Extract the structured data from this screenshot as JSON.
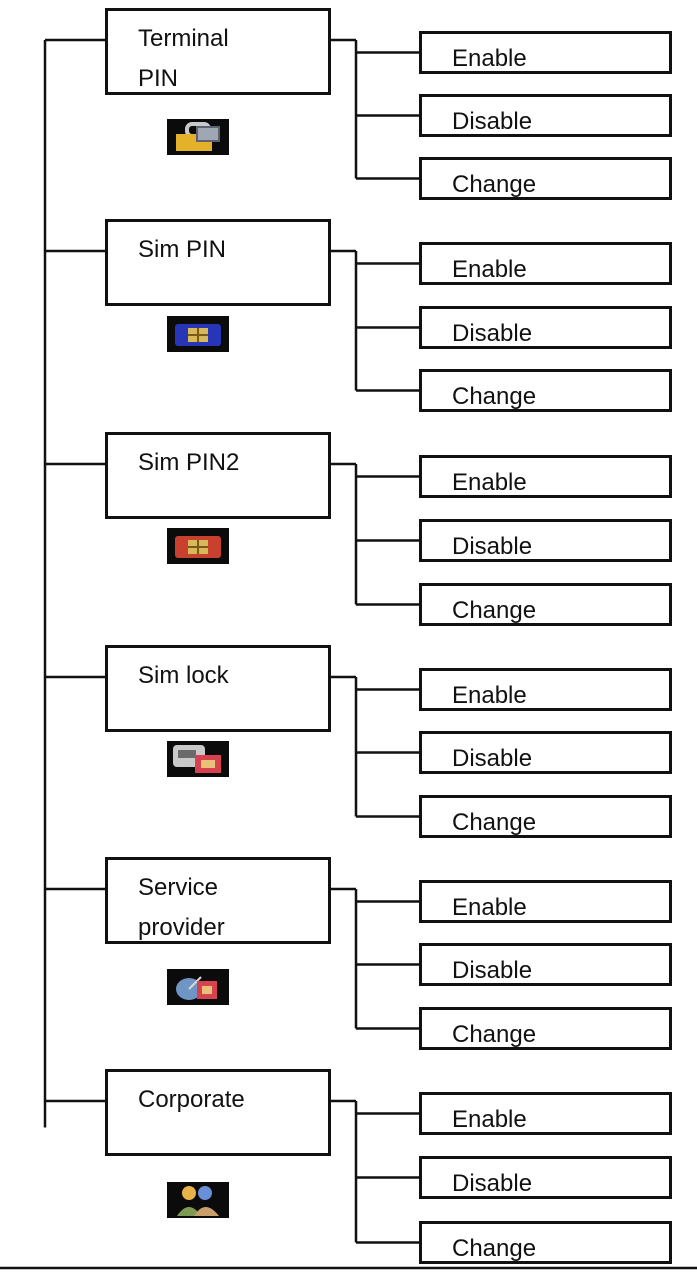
{
  "categories": [
    {
      "label": "Terminal\nPIN",
      "icon": "padlock-icon",
      "options": [
        "Enable",
        "Disable",
        "Change"
      ]
    },
    {
      "label": "Sim PIN",
      "icon": "sim-card-blue-icon",
      "options": [
        "Enable",
        "Disable",
        "Change"
      ]
    },
    {
      "label": "Sim PIN2",
      "icon": "sim-card-red-icon",
      "options": [
        "Enable",
        "Disable",
        "Change"
      ]
    },
    {
      "label": "Sim lock",
      "icon": "phone-lock-icon",
      "options": [
        "Enable",
        "Disable",
        "Change"
      ]
    },
    {
      "label": "Service\nprovider",
      "icon": "satellite-dish-icon",
      "options": [
        "Enable",
        "Disable",
        "Change"
      ]
    },
    {
      "label": "Corporate",
      "icon": "people-icon",
      "options": [
        "Enable",
        "Disable",
        "Change"
      ]
    }
  ],
  "colors": {
    "line": "#111111",
    "box_border": "#111111",
    "background": "#ffffff"
  }
}
